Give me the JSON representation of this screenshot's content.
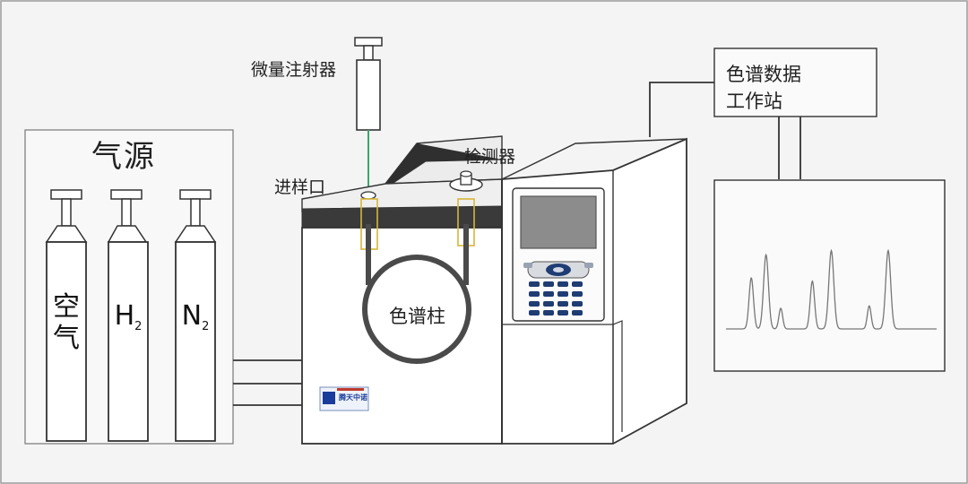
{
  "gas_source": {
    "title": "气源",
    "cylinders": [
      {
        "name": "air",
        "label": "空\n气"
      },
      {
        "name": "h2",
        "label": "H",
        "sub": "2"
      },
      {
        "name": "n2",
        "label": "N",
        "sub": "2"
      }
    ]
  },
  "labels": {
    "syringe": "微量注射器",
    "inlet": "进样口",
    "detector": "检测器",
    "column": "色谱柱",
    "workstation_line1": "色谱数据",
    "workstation_line2": "工作站"
  },
  "logo": {
    "text": "腾天中诺"
  },
  "chromatogram": {
    "peaks": [
      {
        "rt": 0.12,
        "height": 0.62
      },
      {
        "rt": 0.19,
        "height": 0.9
      },
      {
        "rt": 0.26,
        "height": 0.25
      },
      {
        "rt": 0.41,
        "height": 0.58
      },
      {
        "rt": 0.5,
        "height": 0.95
      },
      {
        "rt": 0.68,
        "height": 0.28
      },
      {
        "rt": 0.77,
        "height": 0.95
      }
    ]
  },
  "colors": {
    "line": "#333333",
    "dark_band": "#3a3a3a",
    "screen": "#8c8c8c",
    "needle": "#3aa56a",
    "port_highlight": "#d8b63a",
    "keypad": "#1f3c73"
  }
}
